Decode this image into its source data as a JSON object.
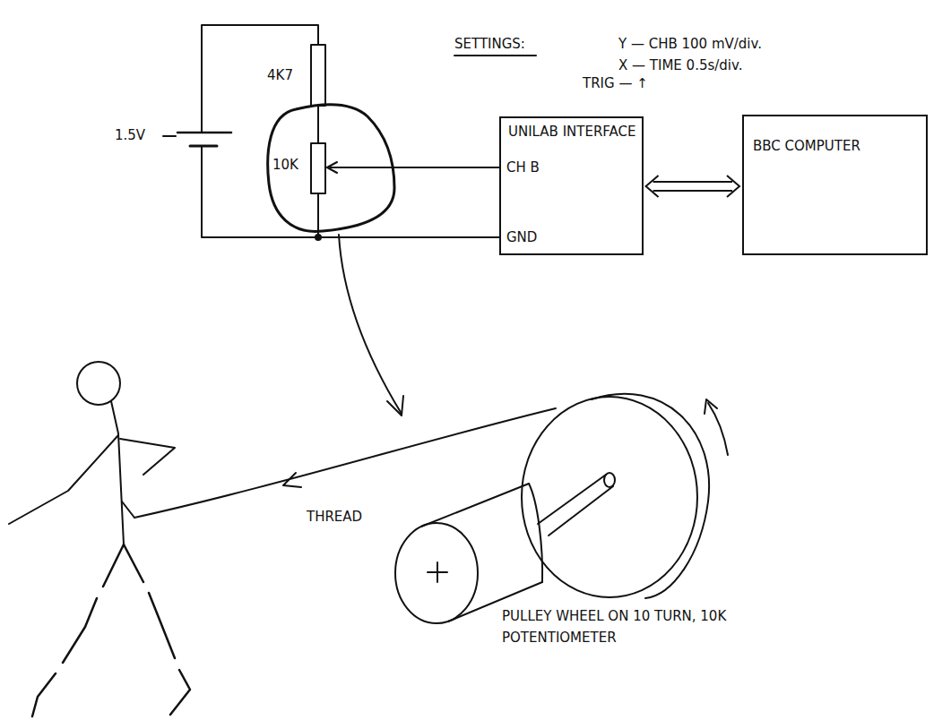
{
  "diagram": {
    "nodes": [
      {
        "text": [
          "10K"
        ]
      },
      {
        "text": [
          "UNILAB INTERFACE",
          "CH B",
          "GND"
        ]
      },
      {
        "text": [
          "BBC COMPUTER"
        ]
      }
    ],
    "edges": [
      {
        "from": 1,
        "to": 2,
        "arrow": "both"
      }
    ],
    "labels": [
      "SETTINGS:",
      "Y — CHB 100 mV/div.",
      "X — TIME 0.5s/div.",
      "TRIG — ↑",
      "1.5V",
      "4K7",
      "THREAD",
      "PULLEY WHEEL ON 10 TURN, 10K POTENTIOMETER"
    ]
  }
}
